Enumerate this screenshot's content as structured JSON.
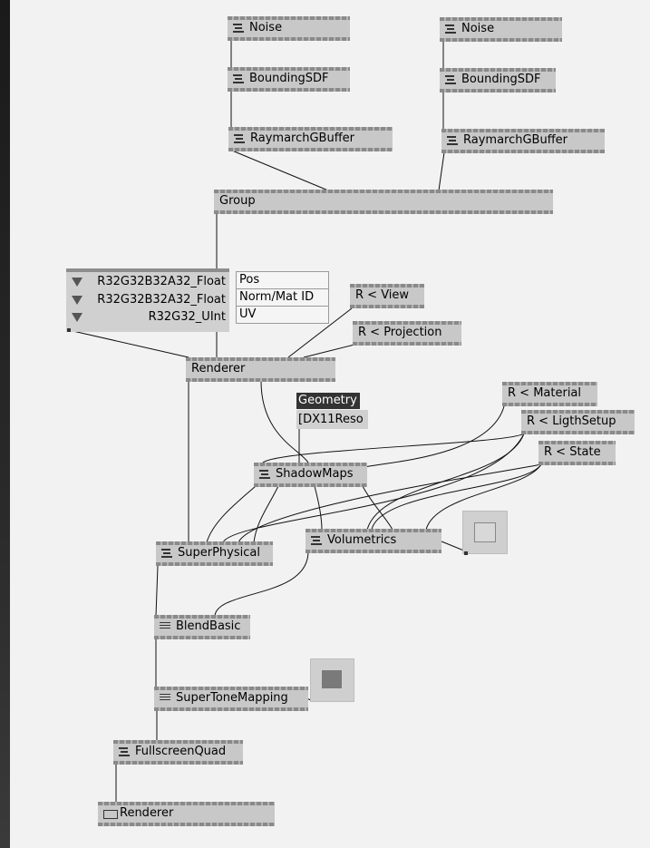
{
  "nodes": {
    "noise_left": "Noise",
    "noise_right": "Noise",
    "bounding_left": "BoundingSDF",
    "bounding_right": "BoundingSDF",
    "raymarch_left": "RaymarchGBuffer",
    "raymarch_right": "RaymarchGBuffer",
    "group": "Group",
    "formats": [
      "R32G32B32A32_Float",
      "R32G32B32A32_Float",
      "R32G32_UInt"
    ],
    "format_labels": [
      "Pos",
      "Norm/Mat ID",
      "UV"
    ],
    "view": "R  <  View",
    "projection": "R  <  Projection",
    "renderer_top": "Renderer",
    "geometry_tag": "Geometry",
    "resource_tag": "[DX11Reso",
    "material": "R  <  Material",
    "light_setup": "R  <  LigthSetup",
    "state": "R  <  State",
    "shadow_maps": "ShadowMaps",
    "volumetrics": "Volumetrics",
    "super_physical": "SuperPhysical",
    "blend_basic": "BlendBasic",
    "super_tone_mapping": "SuperToneMapping",
    "fullscreen_quad": "FullscreenQuad",
    "renderer_bottom": "Renderer"
  },
  "colors": {
    "canvas": "#f2f2f2",
    "node": "#c8c8c8",
    "tag_dark": "#333333"
  }
}
